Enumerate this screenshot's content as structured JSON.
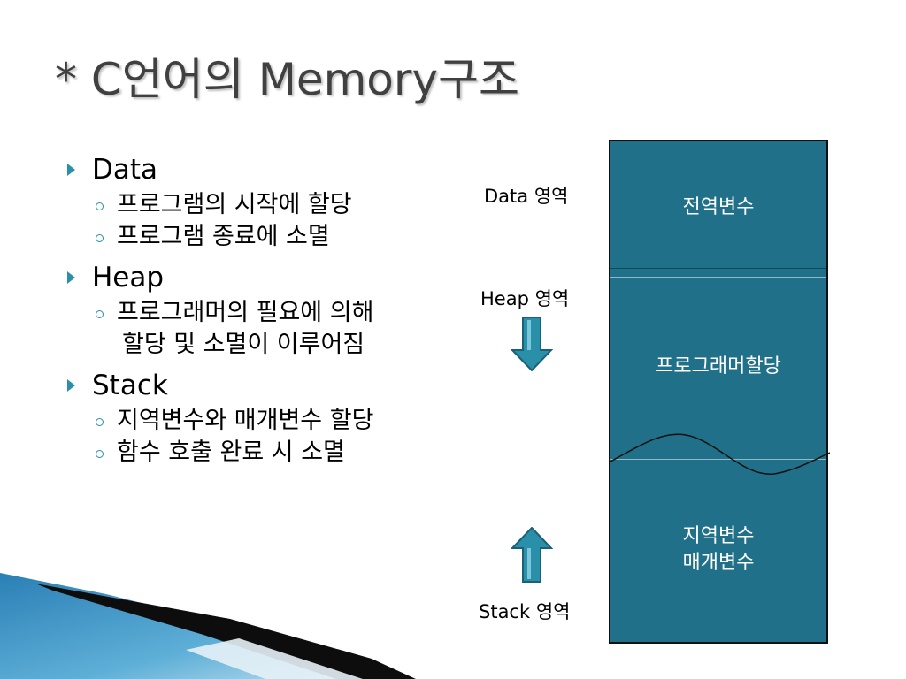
{
  "title": "* C언어의 Memory구조",
  "bullets": [
    {
      "label": "Data",
      "subs": [
        "프로그램의 시작에 할당",
        "프로그램 종료에 소멸"
      ]
    },
    {
      "label": "Heap",
      "subs": [
        "프로그래머의 필요에 의해",
        "할당 및 소멸이 이루어짐"
      ]
    },
    {
      "label": "Stack",
      "subs": [
        "지역변수와 매개변수 할당",
        "함수 호출 완료 시 소멸"
      ]
    }
  ],
  "regions": {
    "data": "Data 영역",
    "heap": "Heap 영역",
    "stack": "Stack 영역"
  },
  "memory": {
    "data_cell": "전역변수",
    "heap_cell": "프로그래머할당",
    "stack_cell_line1": "지역변수",
    "stack_cell_line2": "매개변수"
  },
  "colors": {
    "memory_fill": "#1f7088",
    "arrow_fill": "#2a8fa8",
    "bullet_accent": "#2a8fa8",
    "title_text": "#404040"
  },
  "icons": [
    "down-arrow-icon",
    "up-arrow-icon",
    "triangle-bullet-icon",
    "circle-bullet-icon"
  ]
}
